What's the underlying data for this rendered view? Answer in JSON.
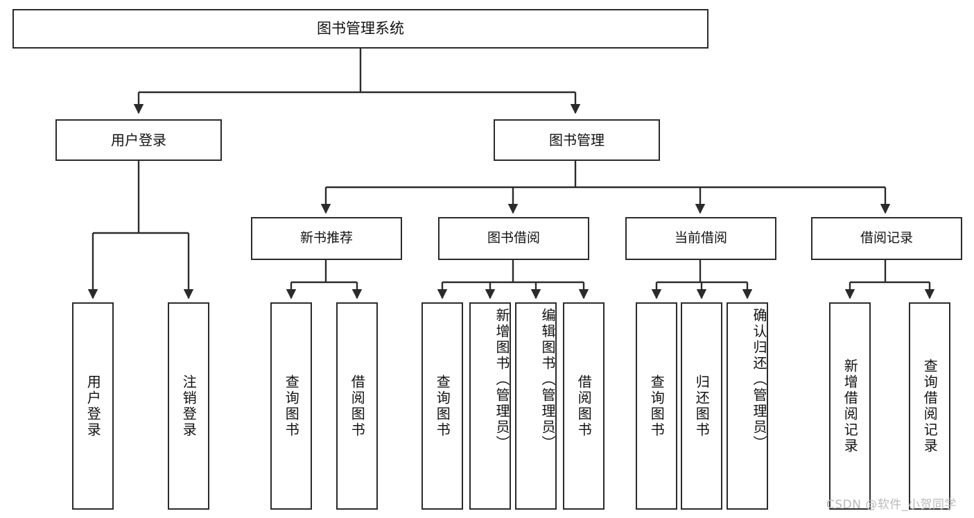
{
  "diagram": {
    "title": "图书管理系统",
    "type": "tree",
    "watermark": "CSDN @软件_小贺同学",
    "line_color": "#2b2b2b",
    "box_fill": "#ffffff",
    "text_color": "#111111"
  },
  "nodes": {
    "root": {
      "label": "图书管理系统"
    },
    "level2": [
      {
        "label": "用户登录"
      },
      {
        "label": "图书管理"
      }
    ],
    "level3": [
      {
        "label": "新书推荐"
      },
      {
        "label": "图书借阅"
      },
      {
        "label": "当前借阅"
      },
      {
        "label": "借阅记录"
      }
    ],
    "leaves": {
      "user_login": [
        {
          "label": "用户登录"
        },
        {
          "label": "注销登录"
        }
      ],
      "new_book_recommend": [
        {
          "label": "查询图书"
        },
        {
          "label": "借阅图书"
        }
      ],
      "book_borrow": [
        {
          "label": "查询图书"
        },
        {
          "label": "新增图书（管理员）"
        },
        {
          "label": "编辑图书（管理员）"
        },
        {
          "label": "借阅图书"
        }
      ],
      "current_borrow": [
        {
          "label": "查询图书"
        },
        {
          "label": "归还图书"
        },
        {
          "label": "确认归还（管理员）"
        }
      ],
      "borrow_record": [
        {
          "label": "新增借阅记录"
        },
        {
          "label": "查询借阅记录"
        }
      ]
    }
  }
}
